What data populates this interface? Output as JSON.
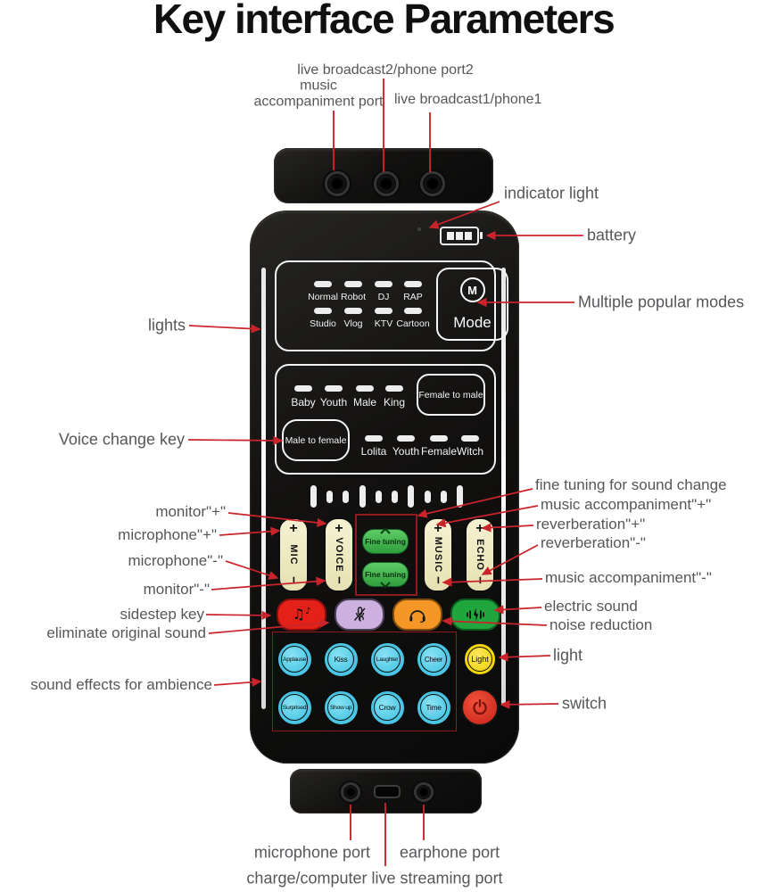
{
  "title": "Key interface Parameters",
  "colors": {
    "accent_red": "#c9242b",
    "device_black": "#121110",
    "label_gray": "#55575a",
    "cream_key": "#ede8c1",
    "green_key": "#3fbb4e",
    "cyan_key": "#4ac6e4",
    "yellow_key": "#f2d60a",
    "power_red": "#d92b1f",
    "orange_key": "#f49726",
    "lavender_key": "#ccb0e0",
    "pill_red": "#e32119"
  },
  "callouts": {
    "port2": "live broadcast2/phone port2",
    "music_port": "music\naccompaniment port",
    "port1": "live broadcast1/phone1",
    "indicator": "indicator light",
    "battery": "battery",
    "modes": "Multiple popular modes",
    "lights": "lights",
    "voice_change": "Voice change key",
    "monitor_plus": "monitor\"+\"",
    "mic_plus": "microphone\"+\"",
    "mic_minus": "microphone\"-\"",
    "monitor_minus": "monitor\"-\"",
    "fine_tuning": "fine tuning for sound change",
    "music_acc_plus": "music accompaniment\"+\"",
    "reverb_plus": "reverberation\"+\"",
    "reverb_minus": "reverberation\"-\"",
    "music_acc_minus": "music accompaniment\"-\"",
    "sidestep": "sidestep key",
    "eliminate": "eliminate original sound",
    "electric": "electric sound",
    "noise": "noise reduction",
    "ambience": "sound effects for ambience",
    "light": "light",
    "switch": "switch",
    "mic_port": "microphone port",
    "earphone_port": "earphone port",
    "charge_port": "charge/computer live streaming port"
  },
  "device": {
    "battery": {
      "bars": 3
    },
    "mode_panel": {
      "row1": [
        "Normal",
        "Robot",
        "DJ",
        "RAP"
      ],
      "row2": [
        "Studio",
        "Vlog",
        "KTV",
        "Cartoon"
      ],
      "mode_button": {
        "icon_letter": "M",
        "label": "Mode"
      }
    },
    "voice_panel": {
      "row1": [
        "Baby",
        "Youth",
        "Male",
        "King"
      ],
      "row2": [
        "Lolita",
        "Youth",
        "Female",
        "Witch"
      ],
      "female_to_male": "Female to male",
      "male_to_female": "Male to female"
    },
    "rockers": {
      "plus": "+",
      "minus": "−",
      "labels": [
        "MIC",
        "VOICE",
        "MUSIC",
        "ECHO"
      ]
    },
    "fine_tuning_label": "Fine tuning",
    "effects": {
      "row1": [
        "Applause",
        "Kiss",
        "Laughter",
        "Cheer"
      ],
      "row2": [
        "Surprised",
        "Show up",
        "Crow",
        "Time"
      ]
    },
    "light_label": "Light",
    "music_note_glyph1": "♫",
    "music_note_glyph2": "♪"
  }
}
